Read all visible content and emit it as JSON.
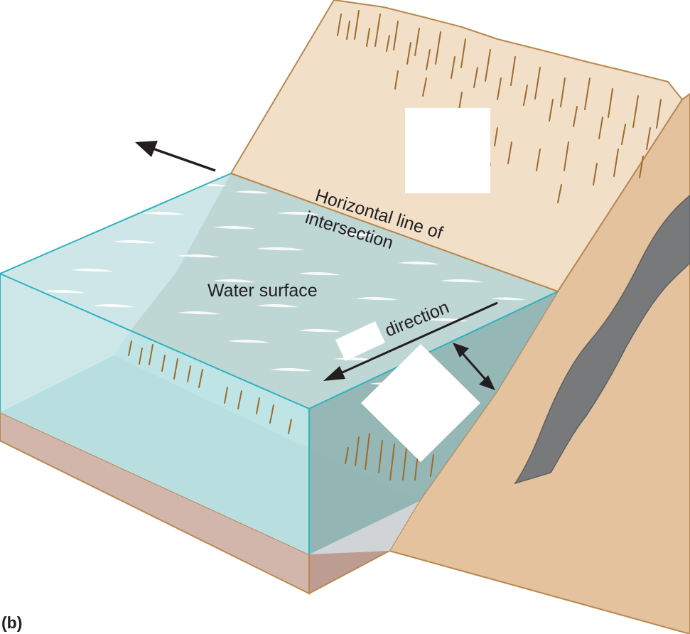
{
  "labels": {
    "line_of_intersection_1": "Horizontal line of",
    "line_of_intersection_2": "intersection",
    "water_surface": "Water surface",
    "direction": "direction",
    "panel": "(b)"
  },
  "colors": {
    "land_face": "#f1dfc8",
    "land_side": "#e3c29d",
    "rock_bed": "#78797b",
    "soil_front": "#d2b5ab",
    "soil_lower": "#bd9c92",
    "lake_floor": "#d1d4d6",
    "water_top": "#bed6d4",
    "water_front": "#b4dfe1",
    "water_side": "#8fb3b2",
    "outline": "#b8884f",
    "water_edge": "#2fb3bd",
    "strata": "#9c6b2e",
    "arrow": "#231f20",
    "label_box": "#ffffff"
  },
  "icons": [
    "arrow-left-icon",
    "arrow-dip-direction-icon",
    "double-arrow-icon"
  ]
}
